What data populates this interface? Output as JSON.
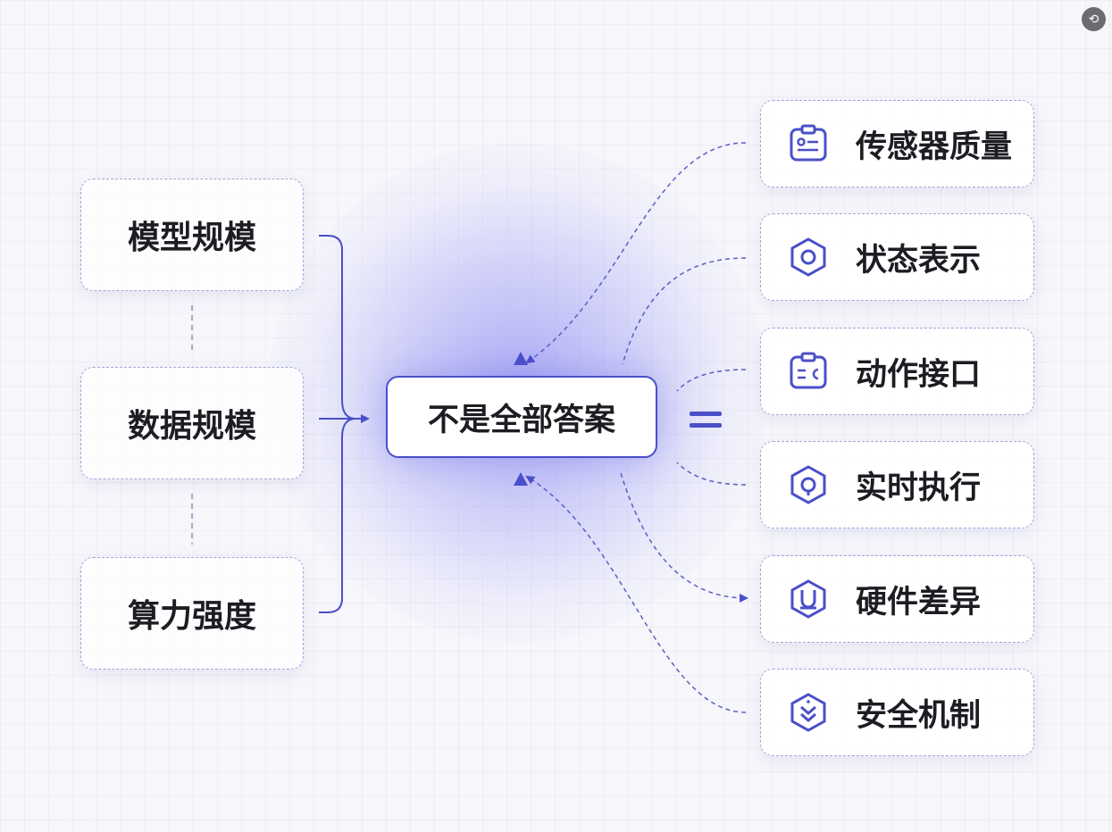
{
  "left_nodes": [
    "模型规模",
    "数据规模",
    "算力强度"
  ],
  "center_node": "不是全部答案",
  "equals": "=",
  "right_nodes": [
    {
      "label": "传感器质量",
      "icon": "sensor-card-icon"
    },
    {
      "label": "状态表示",
      "icon": "state-hexagon-icon"
    },
    {
      "label": "动作接口",
      "icon": "action-clipboard-icon"
    },
    {
      "label": "实时执行",
      "icon": "realtime-hexagon-icon"
    },
    {
      "label": "硬件差异",
      "icon": "hardware-u-icon"
    },
    {
      "label": "安全机制",
      "icon": "safety-chevron-icon"
    }
  ],
  "colors": {
    "accent": "#4a4fc9",
    "link": "#5a5fbf"
  }
}
